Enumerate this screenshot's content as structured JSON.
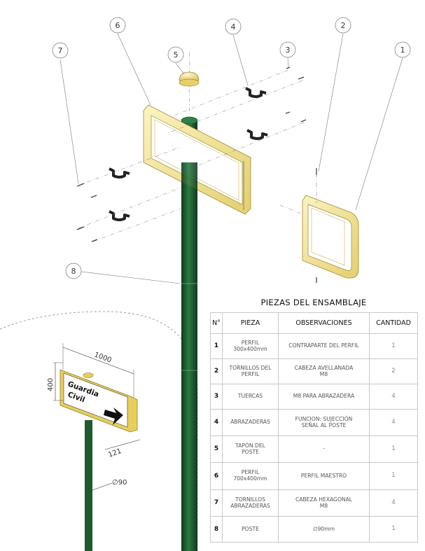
{
  "table": {
    "title": "PIEZAS DEL ENSAMBLAJE",
    "headers": [
      "N°",
      "PIEZA",
      "OBSERVACIONES",
      "CANTIDAD"
    ],
    "rows": [
      {
        "num": "1",
        "pieza": [
          "PERFIL",
          "300x400mm"
        ],
        "obs": [
          "CONTRAPARTE DEL PERFIL"
        ],
        "cantidad": "1"
      },
      {
        "num": "2",
        "pieza": [
          "TORNILLOS DEL",
          "PERFIL"
        ],
        "obs": [
          "CABEZA AVELLANADA",
          "M8"
        ],
        "cantidad": "2"
      },
      {
        "num": "3",
        "pieza": [
          "TUERCAS"
        ],
        "obs": [
          "M8 PARA ABRAZADERA"
        ],
        "cantidad": "4"
      },
      {
        "num": "4",
        "pieza": [
          "ABRAZADERAS"
        ],
        "obs": [
          "FUNCION: SUJECCIÓN",
          "SEÑAL AL POSTE"
        ],
        "cantidad": "4"
      },
      {
        "num": "5",
        "pieza": [
          "TAPÓN DEL",
          "POSTE"
        ],
        "obs": [
          "-"
        ],
        "cantidad": "1"
      },
      {
        "num": "6",
        "pieza": [
          "PERFIL",
          "700x400mm"
        ],
        "obs": [
          "PERFIL MAESTRO"
        ],
        "cantidad": "1"
      },
      {
        "num": "7",
        "pieza": [
          "TORNILLOS",
          "ABRAZADERAS"
        ],
        "obs": [
          "CABEZA HEXAGONAL",
          "M8"
        ],
        "cantidad": "4"
      },
      {
        "num": "8",
        "pieza": [
          "POSTE"
        ],
        "obs": [
          "∅90mm"
        ],
        "cantidad": "1"
      }
    ]
  },
  "callouts": [
    "1",
    "2",
    "3",
    "4",
    "5",
    "6",
    "7",
    "8"
  ],
  "detail": {
    "dim_width": "1000",
    "dim_height": "400",
    "dim_depth": "121",
    "dim_diameter": "∅90",
    "sign_line1": "Guardia",
    "sign_line2": "Civil"
  },
  "colors": {
    "pole": "#1f5a30",
    "frame": "#f2e49a",
    "frame_edge": "#b09a3a",
    "clamp": "#2a2a2a"
  }
}
